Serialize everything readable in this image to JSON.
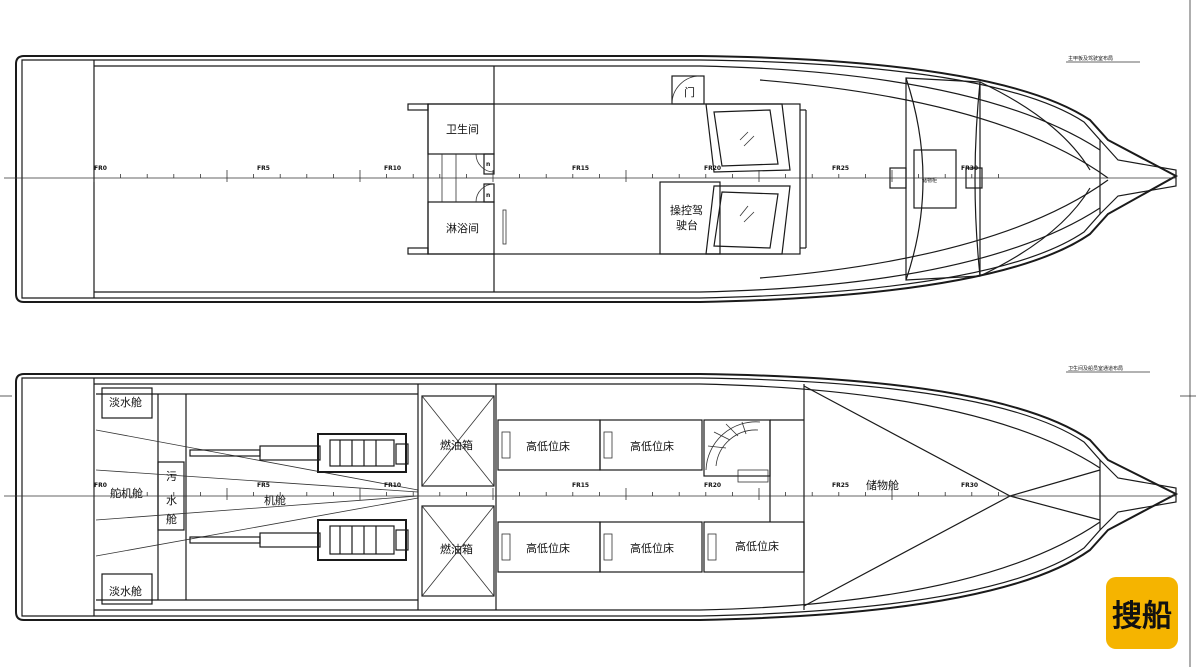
{
  "upper_plan": {
    "title": "主甲板及驾驶室布局",
    "rooms": {
      "toilet": "卫生间",
      "shower": "淋浴间",
      "door": "门",
      "helm_line1": "操控驾",
      "helm_line2": "驶台",
      "store_small": "储物柜"
    },
    "door_mark": "n"
  },
  "lower_plan": {
    "title": "卫生间及船员室通道布局",
    "rooms": {
      "fresh_water_top": "淡水舱",
      "fresh_water_bottom": "淡水舱",
      "steering": "舵机舱",
      "sewage": [
        "污",
        "水",
        "舱"
      ],
      "engine": "机舱",
      "fuel_top": "燃油箱",
      "fuel_bottom": "燃油箱",
      "bunk_1": "高低位床",
      "bunk_2": "高低位床",
      "bunk_3": "高低位床",
      "bunk_4": "高低位床",
      "bunk_5": "高低位床",
      "storage": "储物舱"
    }
  },
  "frames": [
    "FR0",
    "FR5",
    "FR10",
    "FR15",
    "FR20",
    "FR25",
    "FR30"
  ],
  "watermark": "搜船",
  "colors": {
    "line": "#1a1a1a",
    "badge": "#f5b400"
  }
}
